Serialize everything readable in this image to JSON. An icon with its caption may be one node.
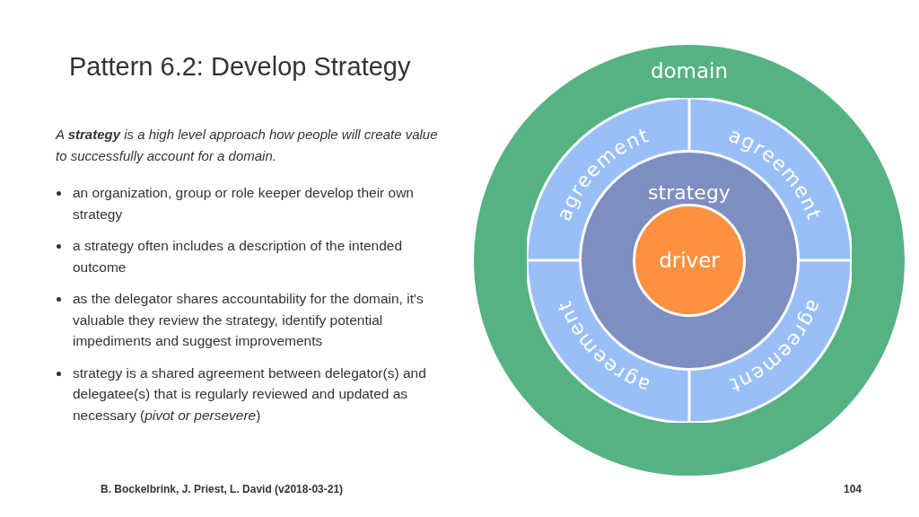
{
  "diagram": {
    "title": "Pattern 6.2: Develop Strategy",
    "nodes": [
      {
        "text": [
          "domain"
        ]
      },
      {
        "text": [
          "agreement"
        ],
        "in": 0
      },
      {
        "text": [
          "agreement"
        ],
        "in": 0
      },
      {
        "text": [
          "agreement"
        ],
        "in": 0
      },
      {
        "text": [
          "agreement"
        ],
        "in": 0
      },
      {
        "text": [
          "strategy"
        ],
        "in": 0
      },
      {
        "text": [
          "driver"
        ],
        "in": 5
      }
    ],
    "labels": [
      "A **strategy** is a high level approach how people will create value to successfully account for a domain.",
      "an organization, group or role keeper develop their own strategy",
      "a strategy often includes a description of the intended outcome",
      "as the delegator shares accountability for the domain, it's valuable they review the strategy, identify potential impediments and suggest improvements",
      "strategy is a shared agreement between delegator(s) and delegatee(s) that is regularly reviewed and updated as necessary (*pivot or persevere*)",
      "B. Bockelbrink, J. Priest, L. David (v2018-03-21)",
      "104"
    ]
  }
}
